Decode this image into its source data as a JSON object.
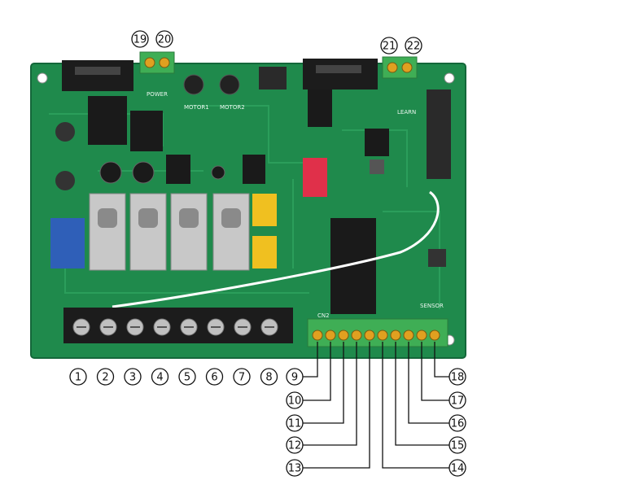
{
  "diagram": {
    "subject": "gate motor control board terminal diagram",
    "bottom_terminals": [
      {
        "num": "1"
      },
      {
        "num": "2"
      },
      {
        "num": "3"
      },
      {
        "num": "4"
      },
      {
        "num": "5"
      },
      {
        "num": "6"
      },
      {
        "num": "7"
      },
      {
        "num": "8"
      }
    ],
    "right_terminals": [
      {
        "num": "9"
      },
      {
        "num": "10"
      },
      {
        "num": "11"
      },
      {
        "num": "12"
      },
      {
        "num": "13"
      },
      {
        "num": "14"
      },
      {
        "num": "15"
      },
      {
        "num": "16"
      },
      {
        "num": "17"
      },
      {
        "num": "18"
      }
    ],
    "top_left_terminals": [
      {
        "num": "19"
      },
      {
        "num": "20"
      }
    ],
    "top_right_terminals": [
      {
        "num": "21"
      },
      {
        "num": "22"
      }
    ],
    "board_labels": {
      "motor1": "MOTOR1",
      "motor2": "MOTOR2",
      "learn": "LEARN",
      "sensor": "SENSOR",
      "power": "POWER",
      "cn2": "CN2"
    },
    "colors": {
      "pcb": "#1f8a4c",
      "pcb_edge": "#14673a",
      "terminal_black": "#1c1c1c",
      "terminal_green": "#3fae55",
      "relay_body": "#c8c8c8",
      "dip_switch": "#e0304a",
      "wire": "#ffffff"
    }
  }
}
